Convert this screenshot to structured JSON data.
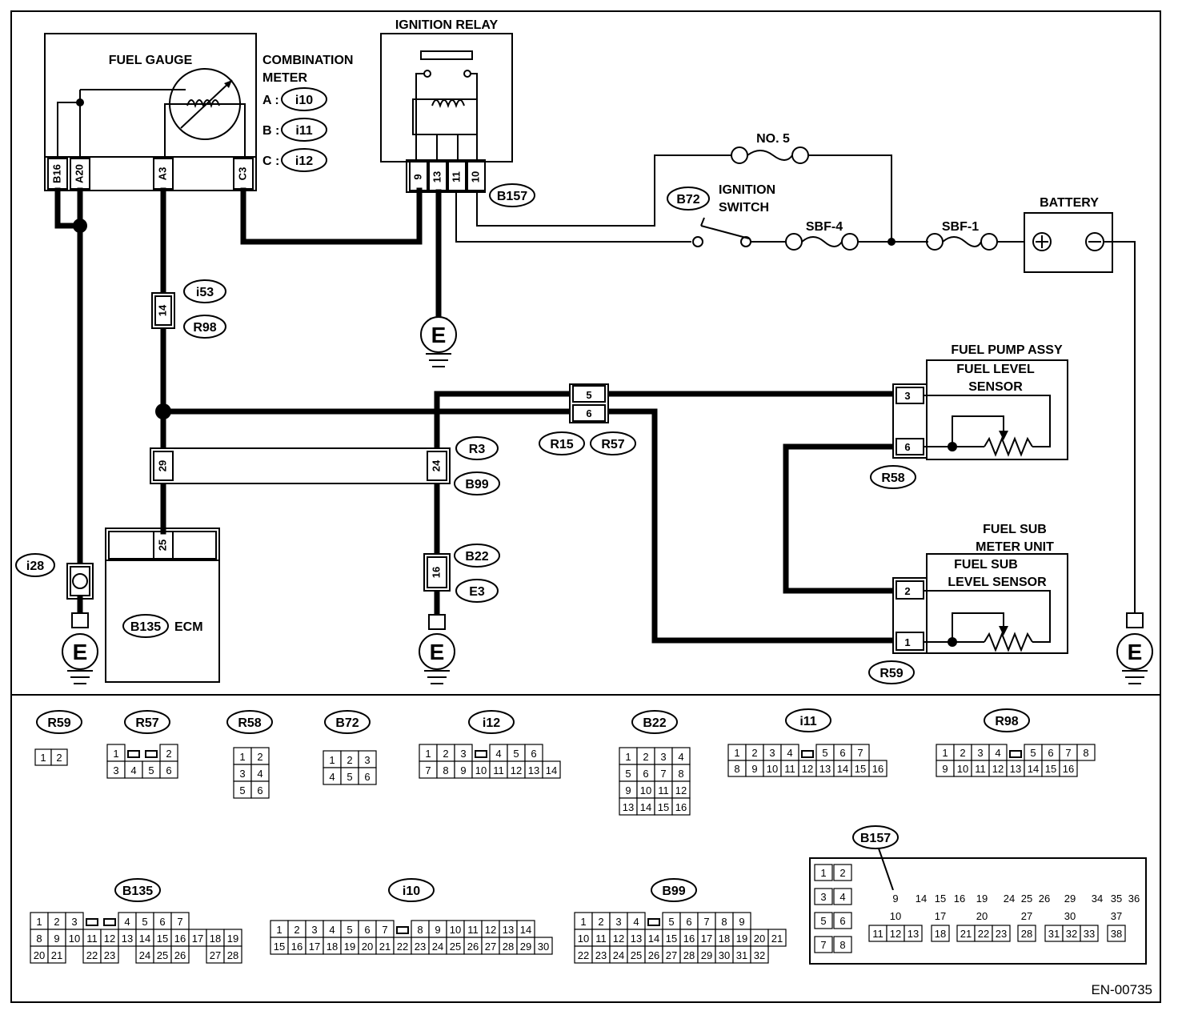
{
  "diagram_id": "EN-00735",
  "components": {
    "fuel_gauge": "FUEL GAUGE",
    "combination_meter": [
      "COMBINATION",
      "METER"
    ],
    "meter_connectors": [
      {
        "key": "A :",
        "id": "i10"
      },
      {
        "key": "B :",
        "id": "i11"
      },
      {
        "key": "C :",
        "id": "i12"
      }
    ],
    "ignition_relay": "IGNITION RELAY",
    "fuse_no5": "NO. 5",
    "ignition_switch": [
      "IGNITION",
      "SWITCH"
    ],
    "sbf4": "SBF-4",
    "sbf1": "SBF-1",
    "battery": "BATTERY",
    "fuel_pump_assy": "FUEL PUMP ASSY",
    "fuel_level_sensor": [
      "FUEL LEVEL",
      "SENSOR"
    ],
    "fuel_sub_meter_unit": [
      "FUEL SUB",
      "METER UNIT"
    ],
    "fuel_sub_level_sensor": [
      "FUEL SUB",
      "LEVEL SENSOR"
    ],
    "ecm": "ECM",
    "ground": "E"
  },
  "gauge_pins": [
    "B16",
    "A20",
    "A3",
    "C3"
  ],
  "relay_pins": [
    "9",
    "13",
    "11",
    "10"
  ],
  "connector_refs": {
    "b157": "B157",
    "b72": "B72",
    "i53": "i53",
    "r98": "R98",
    "r3": "R3",
    "b99": "B99",
    "r15": "R15",
    "r57": "R57",
    "r58": "R58",
    "r59": "R59",
    "b22": "B22",
    "e3": "E3",
    "i28": "i28",
    "b135": "B135"
  },
  "wire_pins": {
    "i53_pin": "14",
    "r15_pin_a": "5",
    "r15_pin_b": "6",
    "r3_pin_a": "29",
    "r3_pin_b": "24",
    "ecm_pin": "25",
    "b22_pin": "16",
    "r58_pin_a": "3",
    "r58_pin_b": "6",
    "r59_pin_a": "2",
    "r59_pin_b": "1"
  },
  "connector_faces": [
    {
      "name": "R59",
      "rows": [
        [
          "1",
          "2"
        ]
      ]
    },
    {
      "name": "R57",
      "rows": [
        [
          "1",
          "",
          "",
          "2"
        ],
        [
          "3",
          "4",
          "5",
          "6"
        ]
      ]
    },
    {
      "name": "R58",
      "rows": [
        [
          "1",
          "2"
        ],
        [
          "3",
          "4"
        ],
        [
          "5",
          "6"
        ]
      ]
    },
    {
      "name": "B72",
      "rows": [
        [
          "1",
          "2",
          "3"
        ],
        [
          "4",
          "5",
          "6"
        ]
      ]
    },
    {
      "name": "i12",
      "rows": [
        [
          "1",
          "2",
          "3",
          "",
          "4",
          "5",
          "6"
        ],
        [
          "7",
          "8",
          "9",
          "10",
          "11",
          "12",
          "13",
          "14"
        ]
      ]
    },
    {
      "name": "B22",
      "rows": [
        [
          "1",
          "2",
          "3",
          "4"
        ],
        [
          "5",
          "6",
          "7",
          "8"
        ],
        [
          "9",
          "10",
          "11",
          "12"
        ],
        [
          "13",
          "14",
          "15",
          "16"
        ]
      ]
    },
    {
      "name": "i11",
      "rows": [
        [
          "1",
          "2",
          "3",
          "4",
          "",
          "5",
          "6",
          "7"
        ],
        [
          "8",
          "9",
          "10",
          "11",
          "12",
          "13",
          "14",
          "15",
          "16"
        ]
      ]
    },
    {
      "name": "R98",
      "rows": [
        [
          "1",
          "2",
          "3",
          "4",
          "",
          "5",
          "6",
          "7",
          "8"
        ],
        [
          "9",
          "10",
          "11",
          "12",
          "13",
          "14",
          "15",
          "16"
        ]
      ]
    },
    {
      "name": "B135",
      "rows": [
        [
          "1",
          "2",
          "3",
          "",
          "",
          "4",
          "5",
          "6",
          "7"
        ],
        [
          "8",
          "9",
          "10",
          "11",
          "12",
          "13",
          "14",
          "15",
          "16",
          "17",
          "18",
          "19"
        ],
        [
          "20",
          "21",
          "",
          "22",
          "23",
          "",
          "24",
          "25",
          "26",
          "",
          "27",
          "28"
        ]
      ]
    },
    {
      "name": "i10",
      "rows": [
        [
          "1",
          "2",
          "3",
          "4",
          "5",
          "6",
          "7",
          "",
          "8",
          "9",
          "10",
          "11",
          "12",
          "13",
          "14"
        ],
        [
          "15",
          "16",
          "17",
          "18",
          "19",
          "20",
          "21",
          "22",
          "23",
          "24",
          "25",
          "26",
          "27",
          "28",
          "29",
          "30"
        ]
      ]
    },
    {
      "name": "B99",
      "rows": [
        [
          "1",
          "2",
          "3",
          "4",
          "",
          "5",
          "6",
          "7",
          "8",
          "9"
        ],
        [
          "10",
          "11",
          "12",
          "13",
          "14",
          "15",
          "16",
          "17",
          "18",
          "19",
          "20",
          "21"
        ],
        [
          "22",
          "23",
          "24",
          "25",
          "26",
          "27",
          "28",
          "29",
          "30",
          "31",
          "32"
        ]
      ]
    },
    {
      "name": "B157",
      "rows": [
        [
          "1",
          "2"
        ],
        [
          "3",
          "4"
        ],
        [
          "5",
          "6"
        ],
        [
          "7",
          "8"
        ],
        [
          "9",
          "14",
          "15",
          "16",
          "19",
          "24",
          "25",
          "26",
          "29",
          "34",
          "35",
          "36"
        ],
        [
          "10",
          "17",
          "20",
          "27",
          "30",
          "37"
        ],
        [
          "11",
          "12",
          "13",
          "18",
          "21",
          "22",
          "23",
          "28",
          "31",
          "32",
          "33",
          "38"
        ]
      ]
    }
  ]
}
